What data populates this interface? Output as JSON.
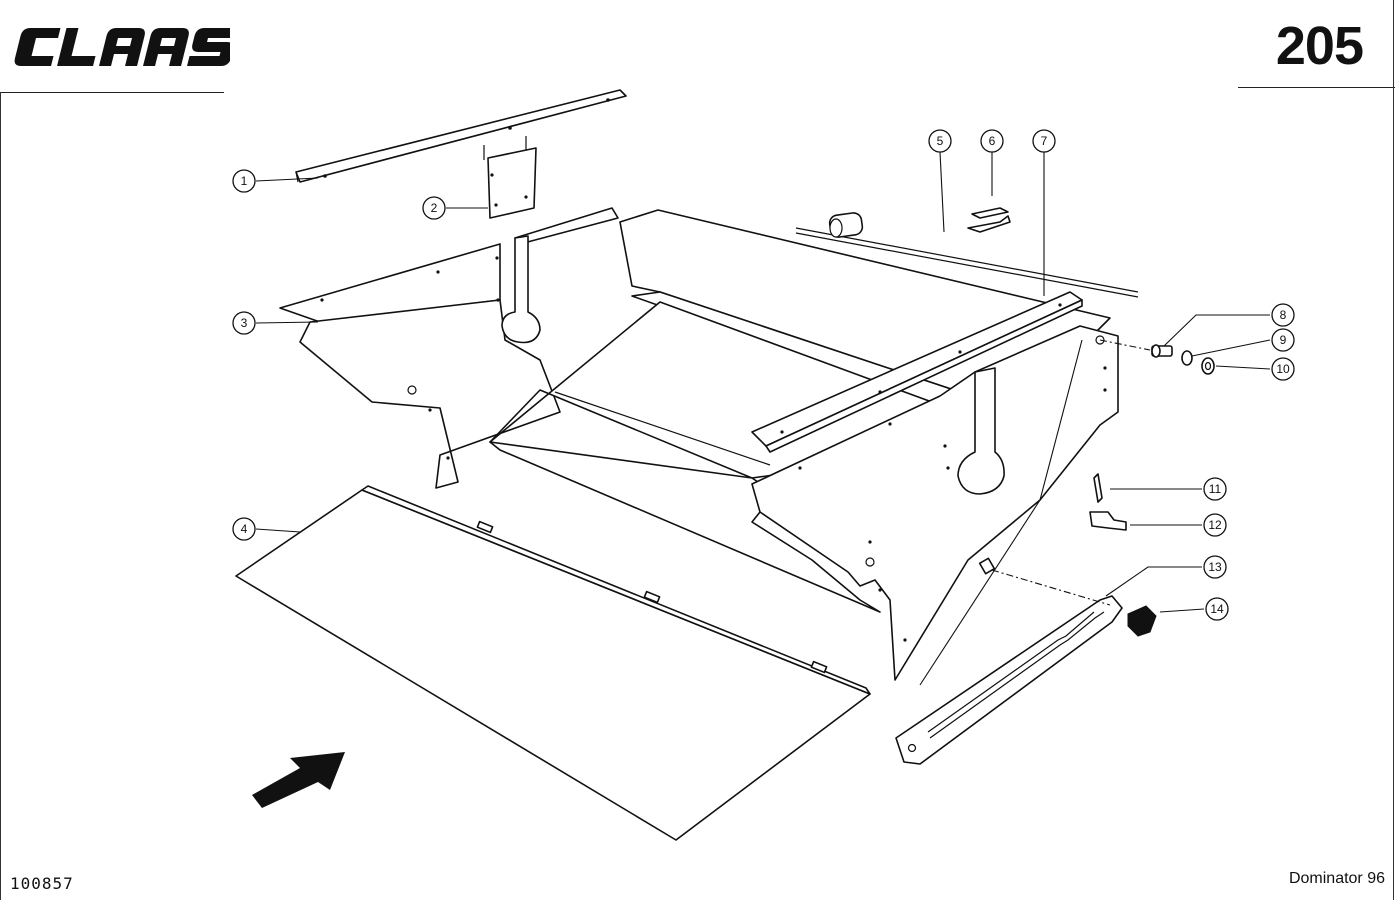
{
  "header": {
    "brand": "CLAAS",
    "page_number": "205"
  },
  "footer": {
    "drawing_number": "100857",
    "model": "Dominator 96"
  },
  "callouts": [
    "1",
    "2",
    "3",
    "4",
    "5",
    "6",
    "7",
    "8",
    "9",
    "10",
    "11",
    "12",
    "13",
    "14"
  ],
  "colors": {
    "ink": "#111111",
    "paper": "#ffffff"
  },
  "icons": {
    "direction": "arrow-direction-icon"
  }
}
